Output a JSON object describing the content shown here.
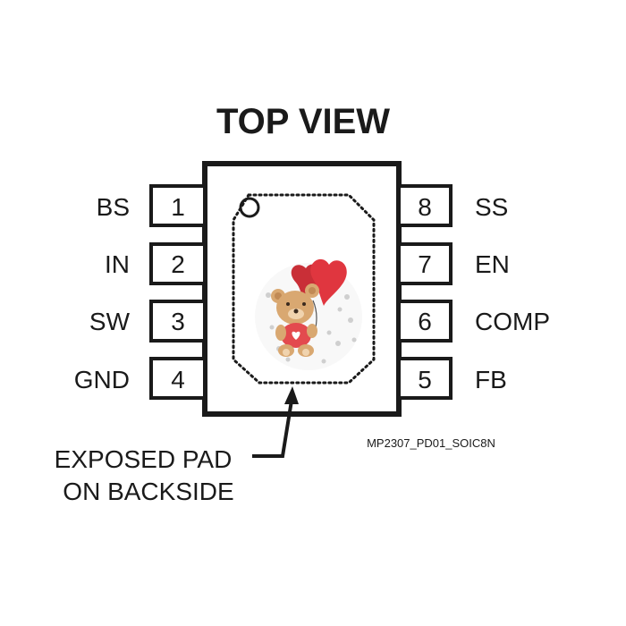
{
  "title": "TOP VIEW",
  "pins": [
    {
      "number": "1",
      "name": "BS"
    },
    {
      "number": "2",
      "name": "IN"
    },
    {
      "number": "3",
      "name": "SW"
    },
    {
      "number": "4",
      "name": "GND"
    },
    {
      "number": "8",
      "name": "SS"
    },
    {
      "number": "7",
      "name": "EN"
    },
    {
      "number": "6",
      "name": "COMP"
    },
    {
      "number": "5",
      "name": "FB"
    }
  ],
  "callout": {
    "line1": "EXPOSED PAD",
    "line2": "ON BACKSIDE"
  },
  "doc_id": "MP2307_PD01_SOIC8N",
  "colors": {
    "ink": "#1a1a1a",
    "bear": "#d9a871",
    "balloon": "#e0363f",
    "shirt": "#e34a4e"
  },
  "icons": [
    "pin1-marker-icon",
    "teddy-bear-icon",
    "heart-balloon-icon"
  ]
}
